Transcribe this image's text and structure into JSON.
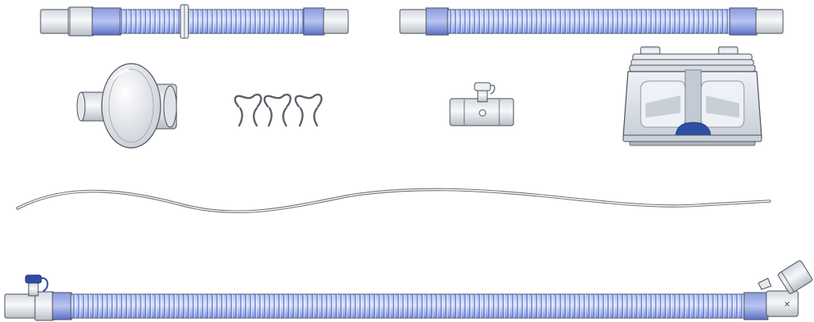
{
  "colors": {
    "background": "#ffffff",
    "tube_light": "#c8d4f4",
    "tube_dark": "#7e93df",
    "tube_rib": "#5a6fc8",
    "cuff": "#6f84d8",
    "connector": "#e4e7ec",
    "connector_shade": "#c2c7cf",
    "outline": "#4a4f58",
    "cap_blue": "#2d4fa3",
    "filter_body": "#eceff3",
    "chamber_glass": "#dde2ea",
    "wire": "#6b6f76"
  },
  "components": [
    {
      "name": "breathing-tube-with-clip",
      "icon": "corrugated-tube-icon"
    },
    {
      "name": "breathing-tube",
      "icon": "corrugated-tube-icon"
    },
    {
      "name": "bacterial-filter",
      "icon": "filter-icon"
    },
    {
      "name": "tube-clips",
      "icon": "wire-clip-icon",
      "count": 3
    },
    {
      "name": "temperature-probe-port-adapter",
      "icon": "adapter-icon"
    },
    {
      "name": "humidifier-chamber",
      "icon": "chamber-icon"
    },
    {
      "name": "feed-line",
      "icon": "wire-icon"
    },
    {
      "name": "long-heated-breathing-tube",
      "icon": "corrugated-tube-icon"
    }
  ]
}
